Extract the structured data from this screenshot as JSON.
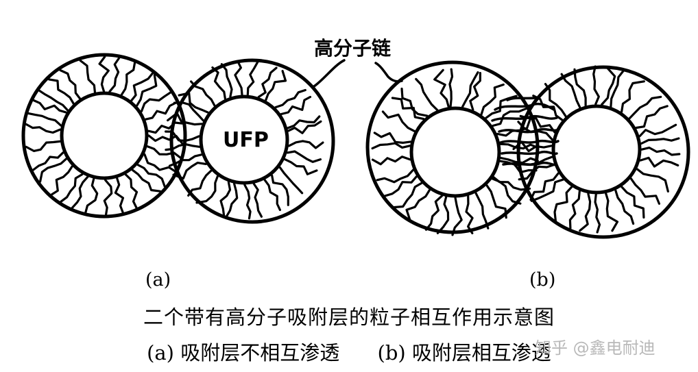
{
  "figure": {
    "polymer_chain_label": "高分子链",
    "particle_label": "UFP",
    "panel_a_label": "(a)",
    "panel_b_label": "(b)"
  },
  "caption": {
    "title": "二个带有高分子吸附层的粒子相互作用示意图",
    "sub_a": "(a) 吸附层不相互渗透",
    "sub_b": "(b) 吸附层相互渗透"
  },
  "watermark": {
    "text": "知乎 @鑫电耐迪"
  }
}
